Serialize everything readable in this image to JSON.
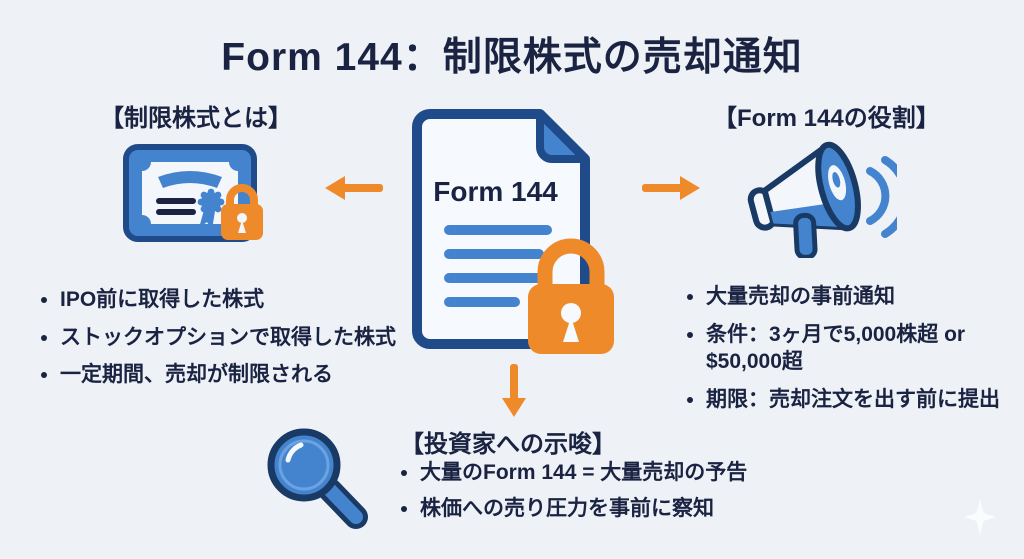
{
  "title": "Form 144：制限株式の売却通知",
  "colors": {
    "background": "#eef2f7",
    "text_navy": "#1a2342",
    "icon_blue": "#4484cf",
    "icon_outline_navy": "#1f4b8a",
    "accent_orange": "#ef8a2b"
  },
  "center": {
    "document_label": "Form 144"
  },
  "sections": {
    "restricted_stock": {
      "heading": "【制限株式とは】",
      "bullets": [
        "IPO前に取得した株式",
        "ストックオプションで取得した株式",
        "一定期間、売却が制限される"
      ]
    },
    "form_role": {
      "heading": "【Form 144の役割】",
      "bullets": [
        "大量売却の事前通知",
        "条件：3ヶ月で5,000株超 or $50,000超",
        "期限：売却注文を出す前に提出"
      ]
    },
    "investor_implications": {
      "heading": "【投資家への示唆】",
      "bullets": [
        "大量のForm 144 = 大量売却の予告",
        "株価への売り圧力を事前に察知"
      ]
    }
  },
  "icons": {
    "center": "document-with-lock-icon",
    "left": "stock-certificate-with-lock-icon",
    "right": "megaphone-icon",
    "bottom": "magnifier-icon",
    "decoration": "sparkle-icon"
  }
}
